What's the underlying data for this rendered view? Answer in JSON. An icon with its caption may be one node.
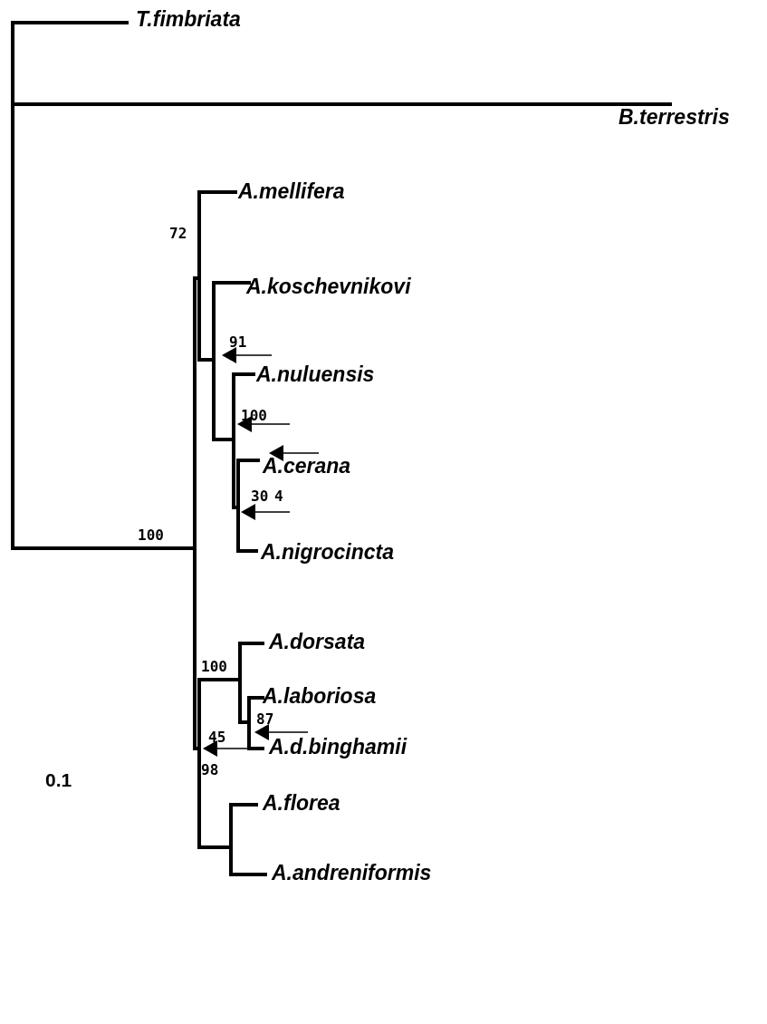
{
  "diagram": {
    "labels": [
      "T.fimbriata",
      "B.terrestris",
      "A.mellifera",
      "72",
      "A.koschevnikovi",
      "91",
      "A.nuluensis",
      "100",
      "A.cerana",
      "30",
      "4",
      "100",
      "A.nigrocincta",
      "A.dorsata",
      "100",
      "A.laboriosa",
      "87",
      "45",
      "A.d.binghamii",
      "A.florea",
      "98",
      "0.1",
      "A.andreniformis"
    ]
  }
}
